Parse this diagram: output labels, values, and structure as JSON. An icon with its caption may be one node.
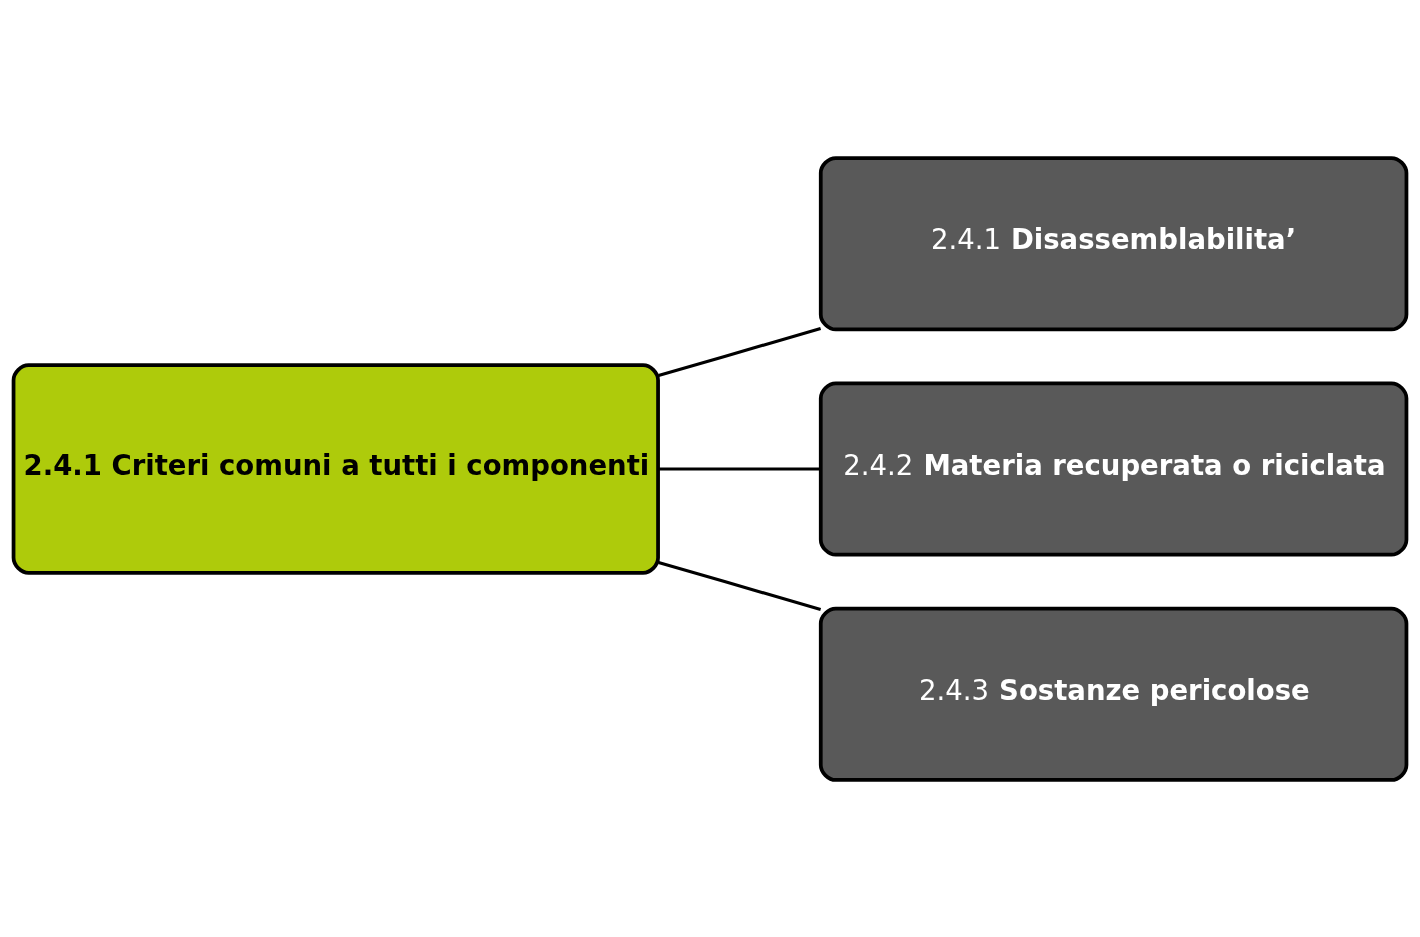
{
  "diagram": {
    "nodes": [
      {
        "text": [
          "2.4.1 Criteri comuni a tutti i componenti"
        ]
      },
      {
        "text": [
          "2.4.1 Disassemblabilita’"
        ]
      },
      {
        "text": [
          "2.4.2 Materia recuperata o riciclata"
        ]
      },
      {
        "text": [
          "2.4.3 Sostanze pericolose"
        ]
      }
    ],
    "edges": [
      {
        "from": 0,
        "to": 1,
        "arrow": "none"
      },
      {
        "from": 0,
        "to": 2,
        "arrow": "none"
      },
      {
        "from": 0,
        "to": 3,
        "arrow": "none"
      }
    ]
  }
}
